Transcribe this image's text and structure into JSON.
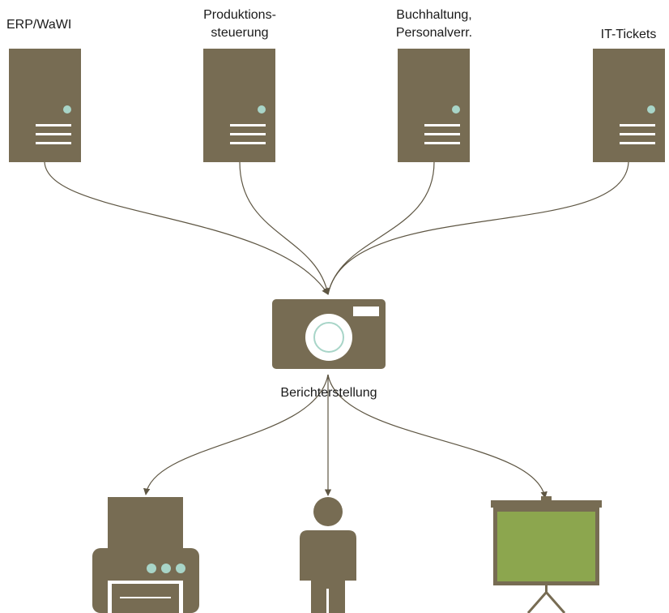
{
  "sources": [
    {
      "id": "erp",
      "lines": [
        "ERP/WaWI"
      ],
      "icon": "server-icon"
    },
    {
      "id": "produktion",
      "lines": [
        "Produktions-",
        "steuerung"
      ],
      "icon": "server-icon"
    },
    {
      "id": "buchhaltung",
      "lines": [
        "Buchhaltung,",
        "Personalverr."
      ],
      "icon": "server-icon"
    },
    {
      "id": "it",
      "lines": [
        "IT-Tickets"
      ],
      "icon": "server-icon"
    }
  ],
  "hub": {
    "label": "Berichterstellung",
    "icon": "camera-icon"
  },
  "outputs": [
    {
      "id": "printer",
      "icon": "printer-icon"
    },
    {
      "id": "person",
      "icon": "person-icon"
    },
    {
      "id": "screen",
      "icon": "projector-screen-icon"
    }
  ],
  "colors": {
    "icon_fill": "#776c53",
    "edge": "#5e5643",
    "led": "#a8d5c8",
    "screen_board": "#8ca64e",
    "text": "#1a1a1a"
  }
}
